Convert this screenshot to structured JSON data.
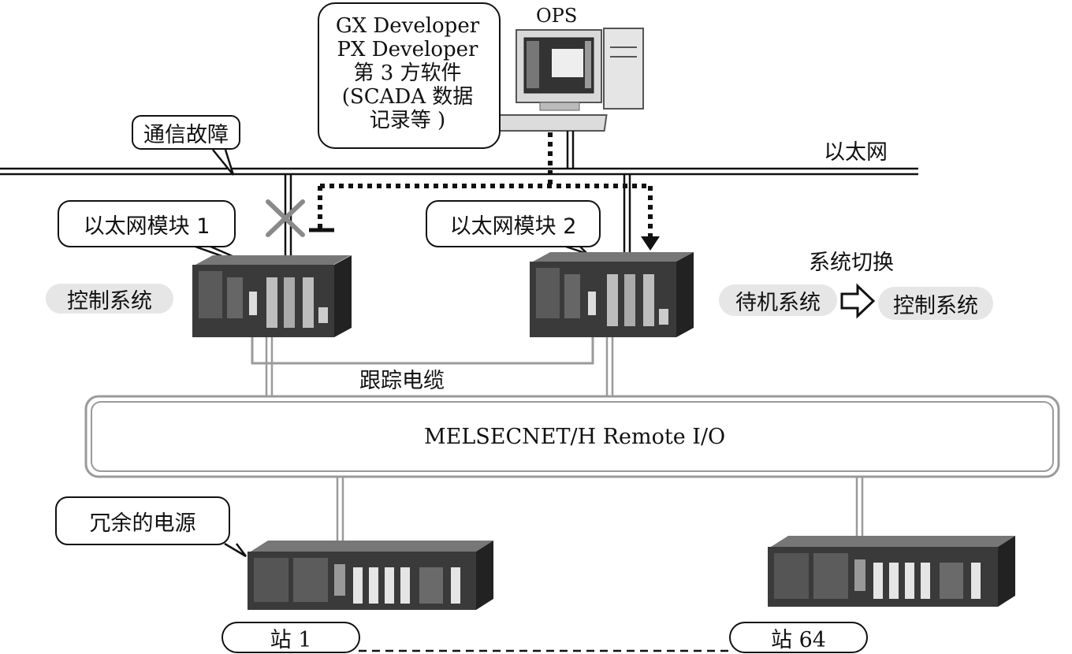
{
  "software_box": {
    "lines": [
      "GX Developer",
      "PX Developer",
      "第 3 方软件",
      "(SCADA 数据",
      "记录等 )"
    ]
  },
  "ops_label": "OPS",
  "ethernet_label": "以太网",
  "comm_fault_label": "通信故障",
  "ethernet_module_1": "以太网模块 1",
  "ethernet_module_2": "以太网模块 2",
  "control_system_left": "控制系统",
  "system_switch": {
    "title": "系统切换",
    "from": "待机系统",
    "to": "控制系统"
  },
  "tracking_cable": "跟踪电缆",
  "network_label": "MELSECNET/H Remote I/O",
  "redundant_power": "冗余的电源",
  "station_1": "站 1",
  "station_64": "站 64",
  "colors": {
    "line": "#111111",
    "rail_gray": "#9a9a9a",
    "pill_bg": "#e6e6e6",
    "plc_dark": "#3a3a3a",
    "fault_x": "#8a8a8a"
  }
}
